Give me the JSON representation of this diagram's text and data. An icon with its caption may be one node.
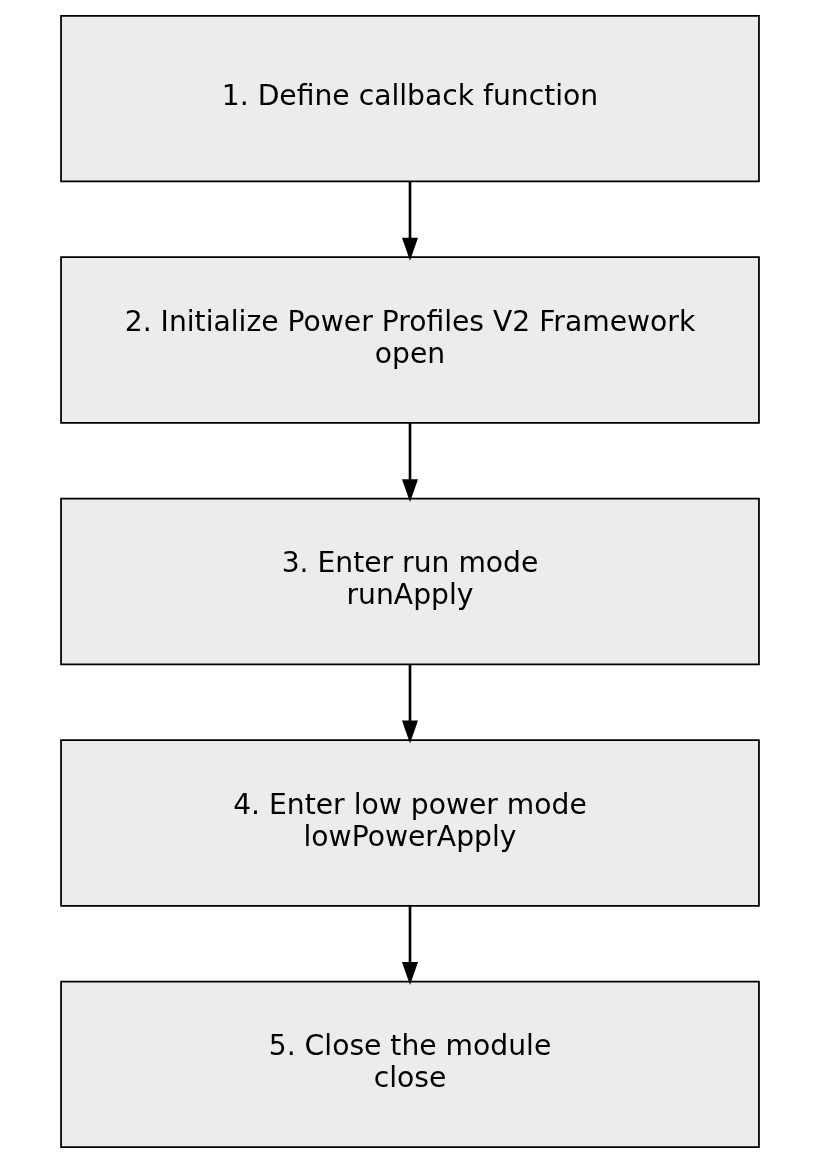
{
  "diagram": {
    "nodes": [
      {
        "text": [
          "1. Define callback function"
        ]
      },
      {
        "text": [
          "2. Initialize Power Profiles V2 Framework",
          "open"
        ]
      },
      {
        "text": [
          "3. Enter run mode",
          "runApply"
        ]
      },
      {
        "text": [
          "4. Enter low power mode",
          "lowPowerApply"
        ]
      },
      {
        "text": [
          "5. Close the module",
          "close"
        ]
      }
    ],
    "edges": [
      {
        "from": 0,
        "to": 1,
        "arrow": "to"
      },
      {
        "from": 1,
        "to": 2,
        "arrow": "to"
      },
      {
        "from": 2,
        "to": 3,
        "arrow": "to"
      },
      {
        "from": 3,
        "to": 4,
        "arrow": "to"
      }
    ]
  }
}
